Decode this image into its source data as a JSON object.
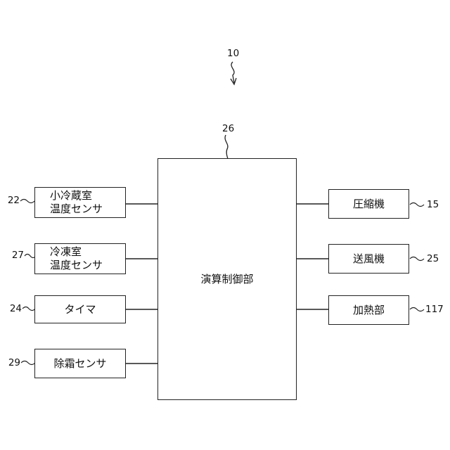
{
  "system_ref": "10",
  "controller": {
    "ref": "26",
    "label": "演算制御部"
  },
  "inputs": [
    {
      "id": "small-freezer-temp-sensor",
      "ref": "22",
      "lines": [
        "小冷蔵室",
        "温度センサ"
      ]
    },
    {
      "id": "freezer-temp-sensor",
      "ref": "27",
      "lines": [
        "冷凍室",
        "温度センサ"
      ]
    },
    {
      "id": "timer",
      "ref": "24",
      "lines": [
        "タイマ"
      ]
    },
    {
      "id": "defrost-sensor",
      "ref": "29",
      "lines": [
        "除霜センサ"
      ]
    }
  ],
  "outputs": [
    {
      "id": "compressor",
      "ref": "15",
      "label": "圧縮機"
    },
    {
      "id": "blower",
      "ref": "25",
      "label": "送風機"
    },
    {
      "id": "heater",
      "ref": "117",
      "label": "加熱部"
    }
  ]
}
